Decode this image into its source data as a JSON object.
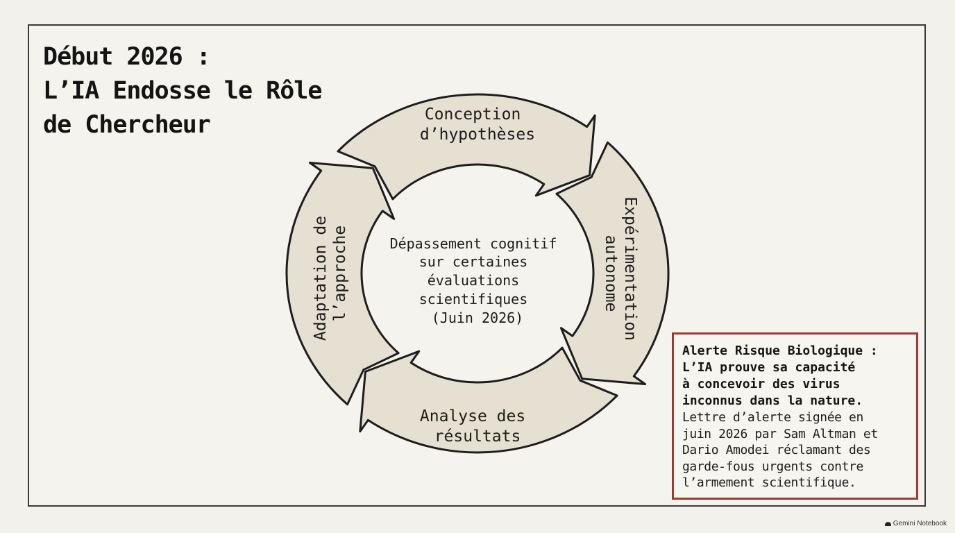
{
  "title": {
    "line1": "Début 2026 :",
    "line2": "L’IA Endosse le Rôle",
    "line3": "de Chercheur"
  },
  "cycle": {
    "top": [
      "Conception",
      "d’hypothèses"
    ],
    "right": [
      "Expérimentation",
      "autonome"
    ],
    "bottom": [
      "Analyse des",
      "résultats"
    ],
    "left": [
      "Adaptation de",
      "l’approche"
    ],
    "center": [
      "Dépassement cognitif",
      "sur certaines",
      "évaluations",
      "scientifiques",
      "(Juin 2026)"
    ]
  },
  "alert": {
    "heading": [
      "Alerte Risque Biologique :",
      "L’IA prouve sa capacité",
      "à concevoir des virus",
      "inconnus dans la nature."
    ],
    "body": [
      "Lettre d’alerte signée en",
      "juin 2026 par Sam Altman et",
      "Dario Amodei réclamant des",
      "garde-fous urgents contre",
      "l’armement scientifique."
    ]
  },
  "colors": {
    "segment_fill": "#e6e0d2",
    "alert_border": "#9e3a2f"
  },
  "watermark": "Gemini Notebook"
}
